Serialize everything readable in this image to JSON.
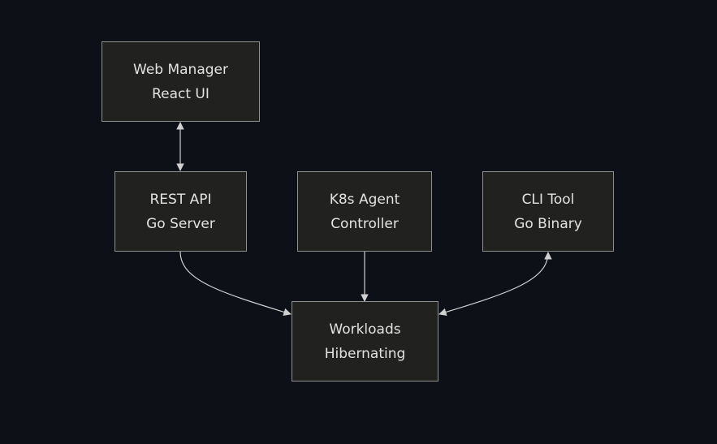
{
  "diagram": {
    "colors": {
      "background": "#0d1017",
      "node_fill": "#212220",
      "node_border": "#8f8f8f",
      "text": "#e2e2e2",
      "edge": "#d0d0d0"
    },
    "nodes": {
      "web_manager": {
        "line1": "Web Manager",
        "line2": "React UI"
      },
      "rest_api": {
        "line1": "REST API",
        "line2": "Go Server"
      },
      "k8s_agent": {
        "line1": "K8s Agent",
        "line2": "Controller"
      },
      "cli_tool": {
        "line1": "CLI Tool",
        "line2": "Go Binary"
      },
      "workloads": {
        "line1": "Workloads",
        "line2": "Hibernating"
      }
    },
    "edges": [
      {
        "from": "web_manager",
        "to": "rest_api",
        "direction": "both"
      },
      {
        "from": "rest_api",
        "to": "workloads",
        "direction": "forward"
      },
      {
        "from": "k8s_agent",
        "to": "workloads",
        "direction": "forward"
      },
      {
        "from": "cli_tool",
        "to": "workloads",
        "direction": "both"
      }
    ]
  }
}
